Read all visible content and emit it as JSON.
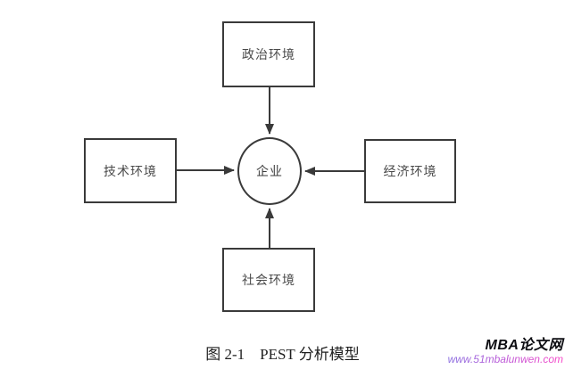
{
  "diagram": {
    "title_semantic": "PEST analysis model",
    "center": {
      "label": "企业"
    },
    "nodes": [
      {
        "id": "political",
        "label": "政治环境",
        "position": "top"
      },
      {
        "id": "technical",
        "label": "技术环境",
        "position": "left"
      },
      {
        "id": "economic",
        "label": "经济环境",
        "position": "right"
      },
      {
        "id": "social",
        "label": "社会环境",
        "position": "bottom"
      }
    ],
    "arrows": [
      {
        "from": "political",
        "to": "center",
        "direction": "down"
      },
      {
        "from": "technical",
        "to": "center",
        "direction": "right"
      },
      {
        "from": "economic",
        "to": "center",
        "direction": "left"
      },
      {
        "from": "social",
        "to": "center",
        "direction": "up"
      }
    ],
    "colors": {
      "line": "#3a3a3a",
      "label": "#4a4a4a"
    }
  },
  "caption": {
    "text": "图 2-1　PEST 分析模型"
  },
  "watermark": {
    "site_name": "MBA论文网",
    "site_url": "www.51mbalunwen.com",
    "url_gradient_start": "#8a6fe0",
    "url_gradient_end": "#f746c8"
  }
}
